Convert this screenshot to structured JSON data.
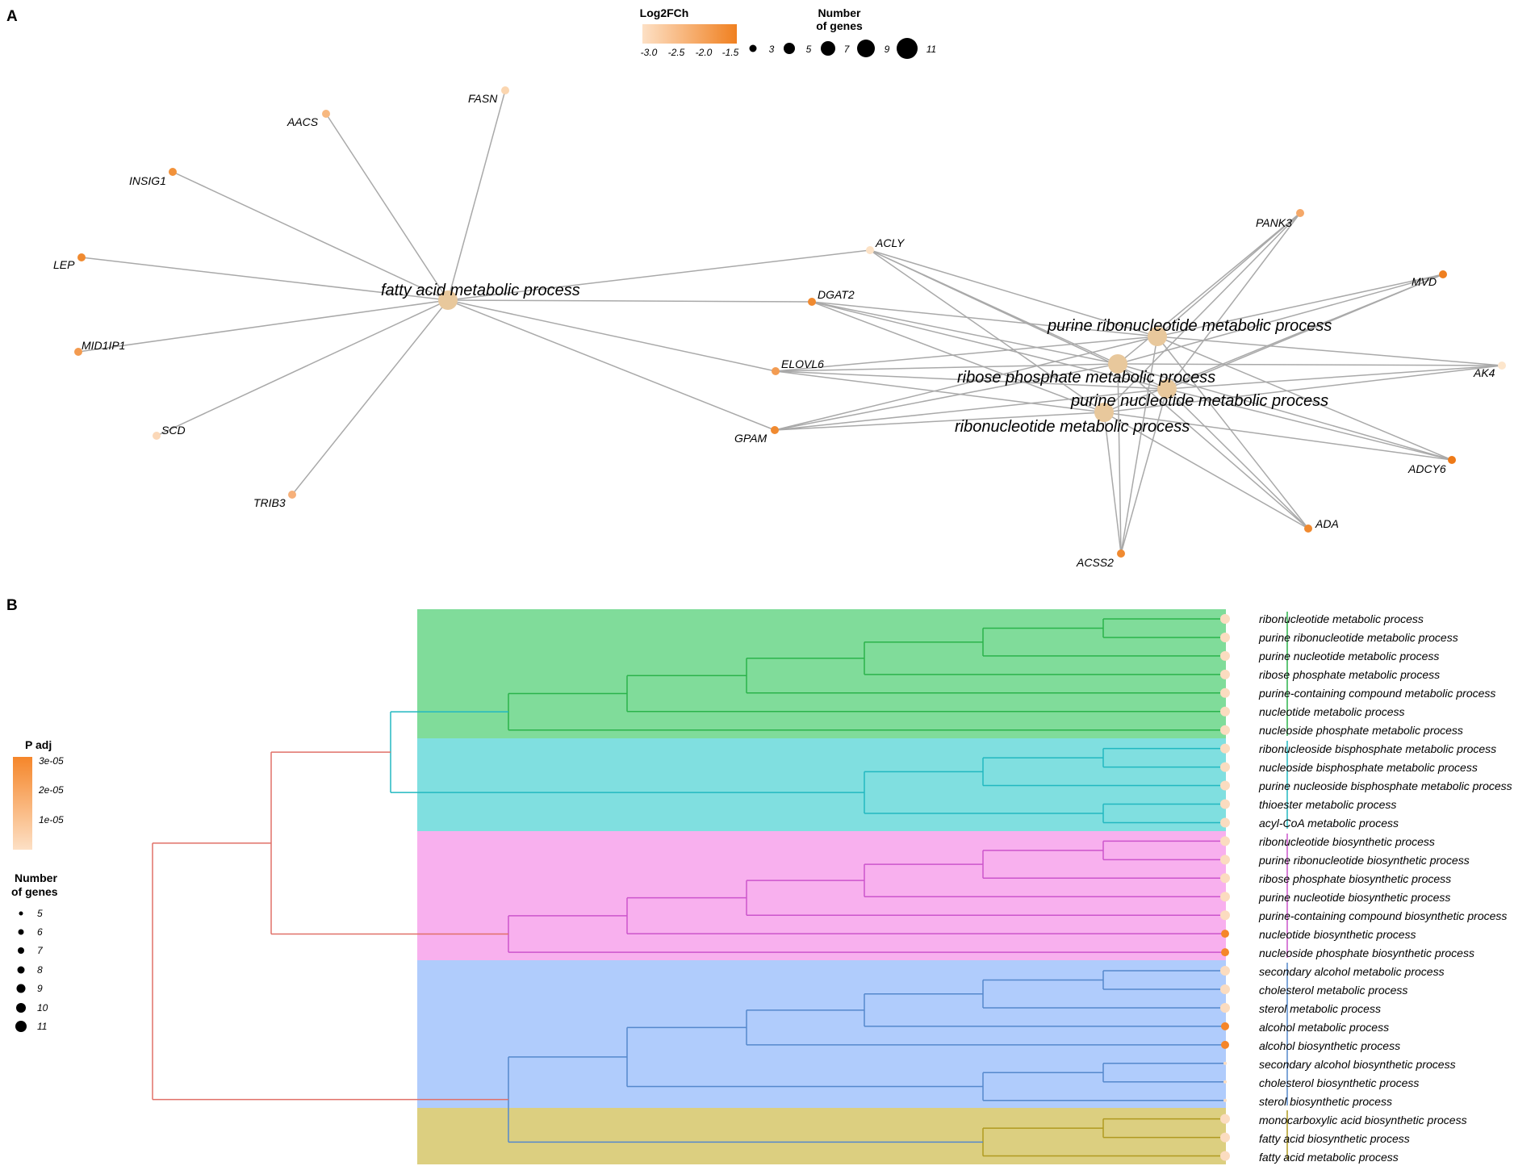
{
  "panel_a": {
    "label": "A",
    "legend": {
      "color_title": "Log2FCh",
      "color_ticks": [
        "-3.0",
        "-2.5",
        "-2.0",
        "-1.5"
      ],
      "color_low": "#fde0c5",
      "color_high": "#f08020",
      "size_title_line1": "Number",
      "size_title_line2": "of genes",
      "size_ticks": [
        "3",
        "5",
        "7",
        "9",
        "11"
      ]
    },
    "hubs": [
      {
        "id": "fatty",
        "label": "fatty acid metabolic process"
      },
      {
        "id": "purine_ribo",
        "label": "purine ribonucleotide metabolic process"
      },
      {
        "id": "ribose",
        "label": "ribose phosphate metabolic process"
      },
      {
        "id": "purine_nuc",
        "label": "purine nucleotide metabolic process"
      },
      {
        "id": "ribonuc",
        "label": "ribonucleotide metabolic process"
      }
    ],
    "genes": [
      {
        "id": "FASN",
        "label": "FASN"
      },
      {
        "id": "AACS",
        "label": "AACS"
      },
      {
        "id": "INSIG1",
        "label": "INSIG1"
      },
      {
        "id": "LEP",
        "label": "LEP"
      },
      {
        "id": "MID1IP1",
        "label": "MID1IP1"
      },
      {
        "id": "SCD",
        "label": "SCD"
      },
      {
        "id": "TRIB3",
        "label": "TRIB3"
      },
      {
        "id": "ACLY",
        "label": "ACLY"
      },
      {
        "id": "DGAT2",
        "label": "DGAT2"
      },
      {
        "id": "ELOVL6",
        "label": "ELOVL6"
      },
      {
        "id": "GPAM",
        "label": "GPAM"
      },
      {
        "id": "PANK3",
        "label": "PANK3"
      },
      {
        "id": "MVD",
        "label": "MVD"
      },
      {
        "id": "AK4",
        "label": "AK4"
      },
      {
        "id": "ADCY6",
        "label": "ADCY6"
      },
      {
        "id": "ADA",
        "label": "ADA"
      },
      {
        "id": "ACSS2",
        "label": "ACSS2"
      }
    ]
  },
  "panel_b": {
    "label": "B",
    "legend": {
      "color_title": "P adj",
      "color_ticks": [
        "3e-05",
        "2e-05",
        "1e-05"
      ],
      "color_low": "#fde0c5",
      "color_high": "#f5862a",
      "size_title_line1": "Number",
      "size_title_line2": "of genes",
      "size_ticks": [
        "5",
        "6",
        "7",
        "8",
        "9",
        "10",
        "11"
      ]
    },
    "cluster_colors": [
      "#80dc9a",
      "#80dfe0",
      "#f8b0ee",
      "#b0ccfc",
      "#dccf80"
    ],
    "branch_colors": [
      "#2bb34b",
      "#22b8c0",
      "#cc55cc",
      "#5588cc",
      "#b09a20",
      "#e07068"
    ],
    "leaves": [
      "ribonucleotide metabolic process",
      "purine ribonucleotide metabolic process",
      "purine nucleotide metabolic process",
      "ribose phosphate metabolic process",
      "purine-containing compound metabolic process",
      "nucleotide metabolic process",
      "nucleoside phosphate metabolic process",
      "ribonucleoside bisphosphate metabolic process",
      "nucleoside bisphosphate metabolic process",
      "purine nucleoside bisphosphate metabolic process",
      "thioester metabolic process",
      "acyl-CoA metabolic process",
      "ribonucleotide biosynthetic process",
      "purine ribonucleotide biosynthetic process",
      "ribose phosphate biosynthetic process",
      "purine nucleotide biosynthetic process",
      "purine-containing compound biosynthetic process",
      "nucleotide biosynthetic process",
      "nucleoside phosphate biosynthetic process",
      "secondary alcohol metabolic process",
      "cholesterol metabolic process",
      "sterol metabolic process",
      "alcohol metabolic process",
      "alcohol biosynthetic process",
      "secondary alcohol biosynthetic process",
      "cholesterol biosynthetic process",
      "sterol biosynthetic process",
      "monocarboxylic acid biosynthetic process",
      "fatty acid biosynthetic process",
      "fatty acid metabolic process"
    ]
  }
}
